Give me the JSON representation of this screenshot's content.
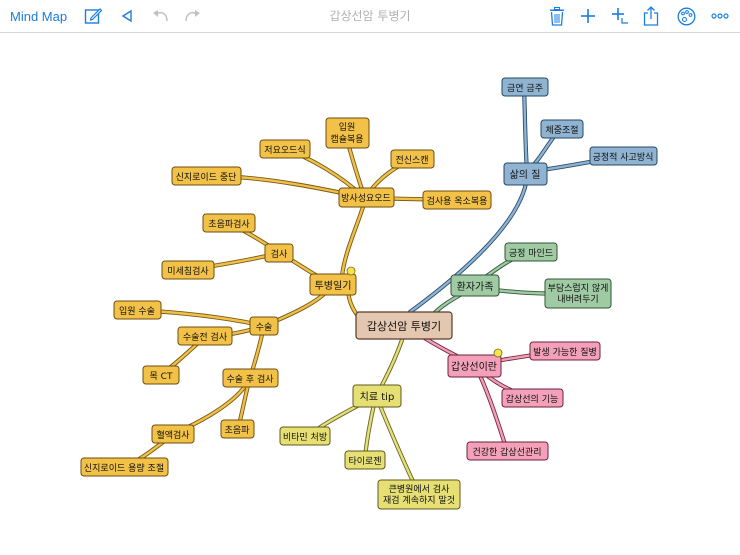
{
  "app": {
    "back_label": "Mind Map",
    "document_title": "갑상선암 투병기"
  },
  "colors": {
    "accent": "#1a7de3"
  },
  "toolbar_icons": [
    "edit-icon",
    "back-triangle-icon",
    "undo-icon",
    "redo-icon",
    "trash-icon",
    "add-icon",
    "add-child-icon",
    "share-icon",
    "palette-icon",
    "more-icon"
  ],
  "mindmap": {
    "root": "갑상선암 투병기",
    "branches": {
      "투병일기": "투병일기",
      "방사성요오드": "방사성요오드",
      "입원캡슐복용": [
        "입원",
        "캡슐복용"
      ],
      "저요오드식": "저요오드식",
      "전신스캔": "전신스캔",
      "신지로이드중단": "신지로이드 중단",
      "검사용옥소복용": "검사용 옥소복용",
      "검사": "검사",
      "초음파검사": "초음파검사",
      "미세침검사": "미세침검사",
      "수술": "수술",
      "입원수술": "입원 수술",
      "수술전검사": "수술전 검사",
      "목CT": "목 CT",
      "수술후검사": "수술 후 검사",
      "혈액검사": "혈액검사",
      "초음파": "초음파",
      "신지로이드용량조절": "신지로이드 용량 조절",
      "삶의질": "삶의 질",
      "금연금주": "금연 금주",
      "체중조절": "체중조절",
      "긍정적사고방식": "긍정적 사고방식",
      "환자가족": "환자가족",
      "긍정마인드": "긍정 마인드",
      "부담스럽지않게": [
        "부담스럽지 않게",
        "내버려두기"
      ],
      "갑상선이란": "갑상선이란",
      "발생가능한질병": "발생 가능한 질병",
      "갑상선의기능": "갑상선의 기능",
      "건강한갑상선관리": "건강한 갑상선관리",
      "치료tip": "치료 tip",
      "비타민처방": "비타민 처방",
      "타이로젠": "타이로젠",
      "큰병원에서": [
        "큰병원에서 검사",
        "재검 계속하지 말것"
      ]
    }
  }
}
